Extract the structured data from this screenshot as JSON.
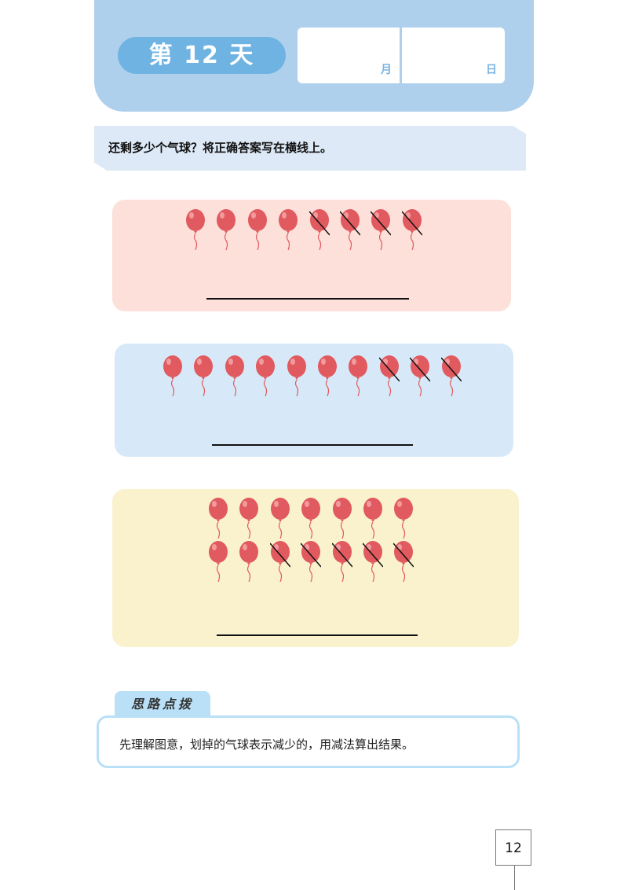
{
  "header": {
    "day_label": "第 12 天",
    "month_label": "月",
    "date_label": "日",
    "colors": {
      "band": "#aed0ec",
      "pill": "#6fb3e3"
    }
  },
  "instruction": "还剩多少个气球？将正确答案写在横线上。",
  "exercises": [
    {
      "rows": [
        {
          "total": 8,
          "crossed_out": 4
        }
      ]
    },
    {
      "rows": [
        {
          "total": 10,
          "crossed_out": 3
        }
      ]
    },
    {
      "rows": [
        {
          "total": 7,
          "crossed_out": 0
        },
        {
          "total": 7,
          "crossed_out": 5
        }
      ]
    }
  ],
  "balloon_color": "#e05a5f",
  "hint": {
    "title": "思路点拨",
    "text": "先理解图意，划掉的气球表示减少的，用减法算出结果。"
  },
  "page_number": "12"
}
